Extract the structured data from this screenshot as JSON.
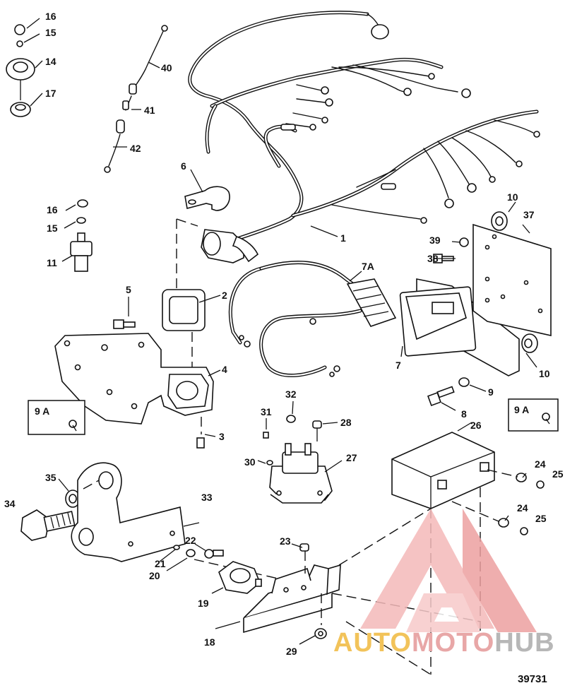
{
  "figure_number": "39731",
  "watermark": {
    "brand_part_1": "AUTO",
    "brand_part_2": "MOTO",
    "brand_part_3": "HUB",
    "color_1": "#f2c35a",
    "color_2": "#e8a7a7",
    "color_3": "#b7b7b7"
  },
  "callouts": [
    "1",
    "2",
    "3",
    "4",
    "5",
    "6",
    "7",
    "7A",
    "8",
    "9",
    "9A",
    "10",
    "11",
    "14",
    "15",
    "16",
    "17",
    "18",
    "19",
    "20",
    "21",
    "22",
    "23",
    "24",
    "25",
    "26",
    "27",
    "28",
    "29",
    "30",
    "31",
    "32",
    "33",
    "34",
    "35",
    "37",
    "38",
    "39",
    "40",
    "41",
    "42"
  ]
}
